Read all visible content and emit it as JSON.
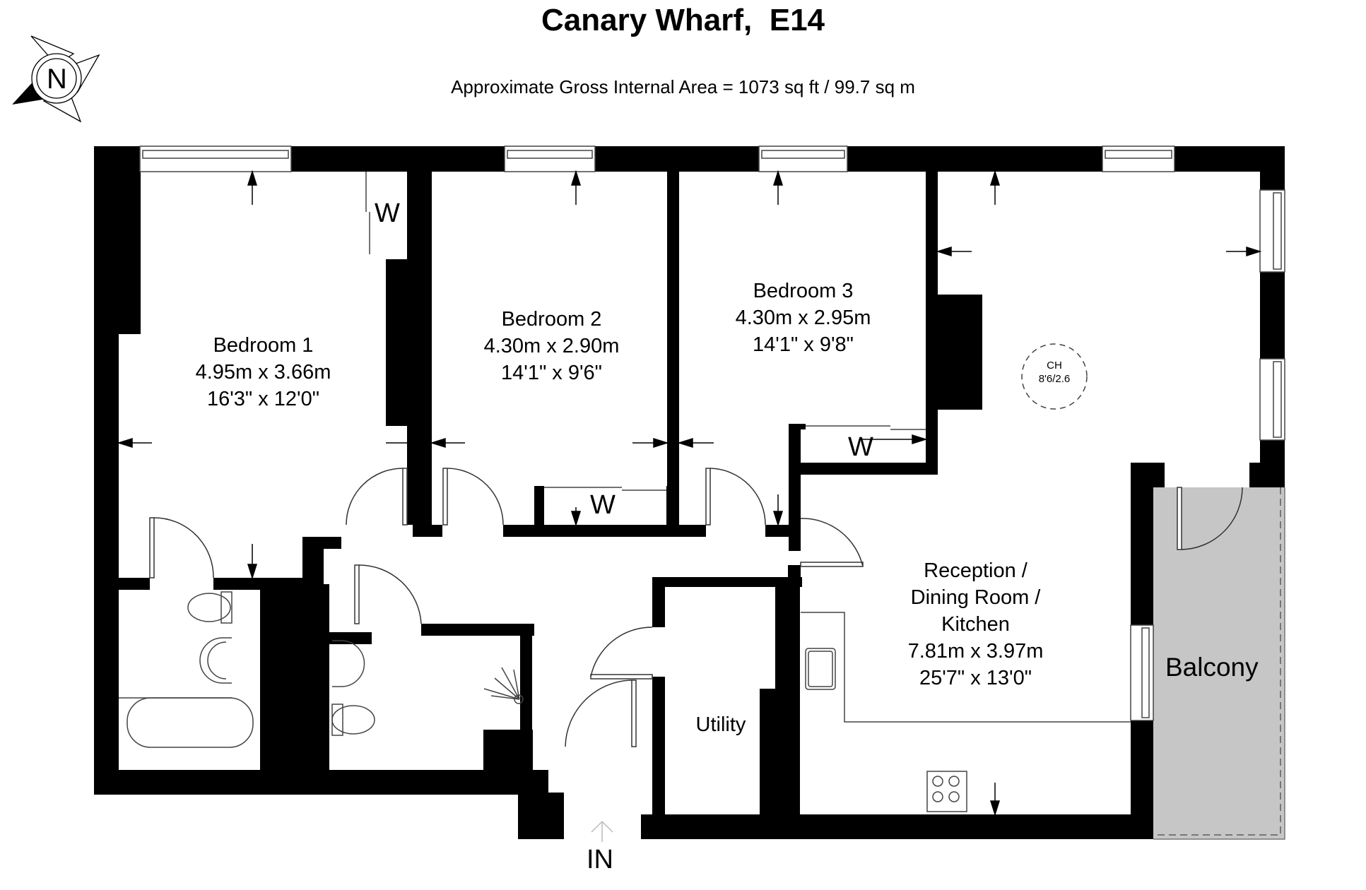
{
  "header": {
    "title": "Canary Wharf,  E14",
    "subtitle": "Approximate Gross Internal Area = 1073 sq ft / 99.7 sq m"
  },
  "compass": {
    "label": "N",
    "icon": "north-arrow-icon"
  },
  "rooms": [
    {
      "id": "bedroom-1",
      "name": "Bedroom 1",
      "metric": "4.95m x 3.66m",
      "imperial": "16'3\" x 12'0\""
    },
    {
      "id": "bedroom-2",
      "name": "Bedroom 2",
      "metric": "4.30m x 2.90m",
      "imperial": "14'1\" x 9'6\""
    },
    {
      "id": "bedroom-3",
      "name": "Bedroom 3",
      "metric": "4.30m x 2.95m",
      "imperial": "14'1\" x 9'8\""
    },
    {
      "id": "reception",
      "name_lines": [
        "Reception /",
        "Dining Room /",
        "Kitchen"
      ],
      "metric": "7.81m x 3.97m",
      "imperial": "25'7\" x 13'0\""
    },
    {
      "id": "utility",
      "name": "Utility"
    },
    {
      "id": "balcony",
      "name": "Balcony"
    }
  ],
  "wardrobes": [
    "W",
    "W",
    "W"
  ],
  "ceiling_height": {
    "label": "CH",
    "value": "8'6/2.6"
  },
  "entrance": {
    "label": "IN"
  },
  "colors": {
    "wall": "#000000",
    "balcony_fill": "#c6c6c6",
    "line": "#333333"
  }
}
